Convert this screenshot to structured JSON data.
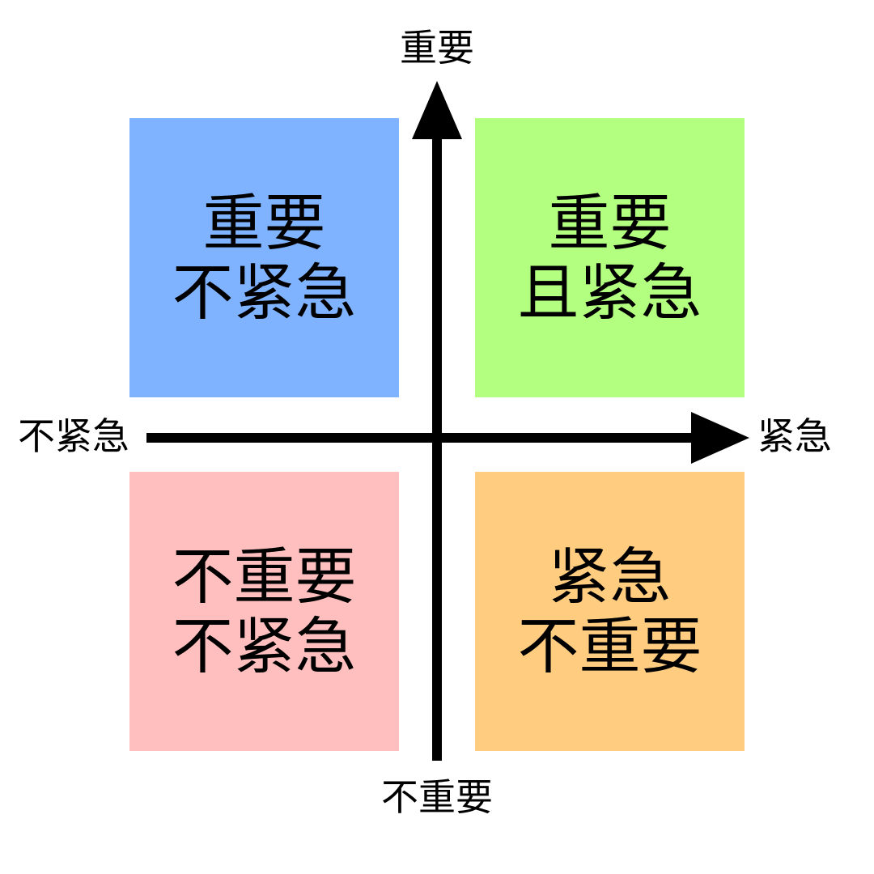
{
  "axes": {
    "top": "重要",
    "bottom": "不重要",
    "left": "不紧急",
    "right": "紧急",
    "color": "#000000"
  },
  "quadrants": {
    "top_left": {
      "line1": "重要",
      "line2": "不紧急",
      "color": "#80b3ff"
    },
    "top_right": {
      "line1": "重要",
      "line2": "且紧急",
      "color": "#b3ff80"
    },
    "bottom_left": {
      "line1": "不重要",
      "line2": "不紧急",
      "color": "#ffbfbf"
    },
    "bottom_right": {
      "line1": "紧急",
      "line2": "不重要",
      "color": "#ffcc80"
    }
  }
}
